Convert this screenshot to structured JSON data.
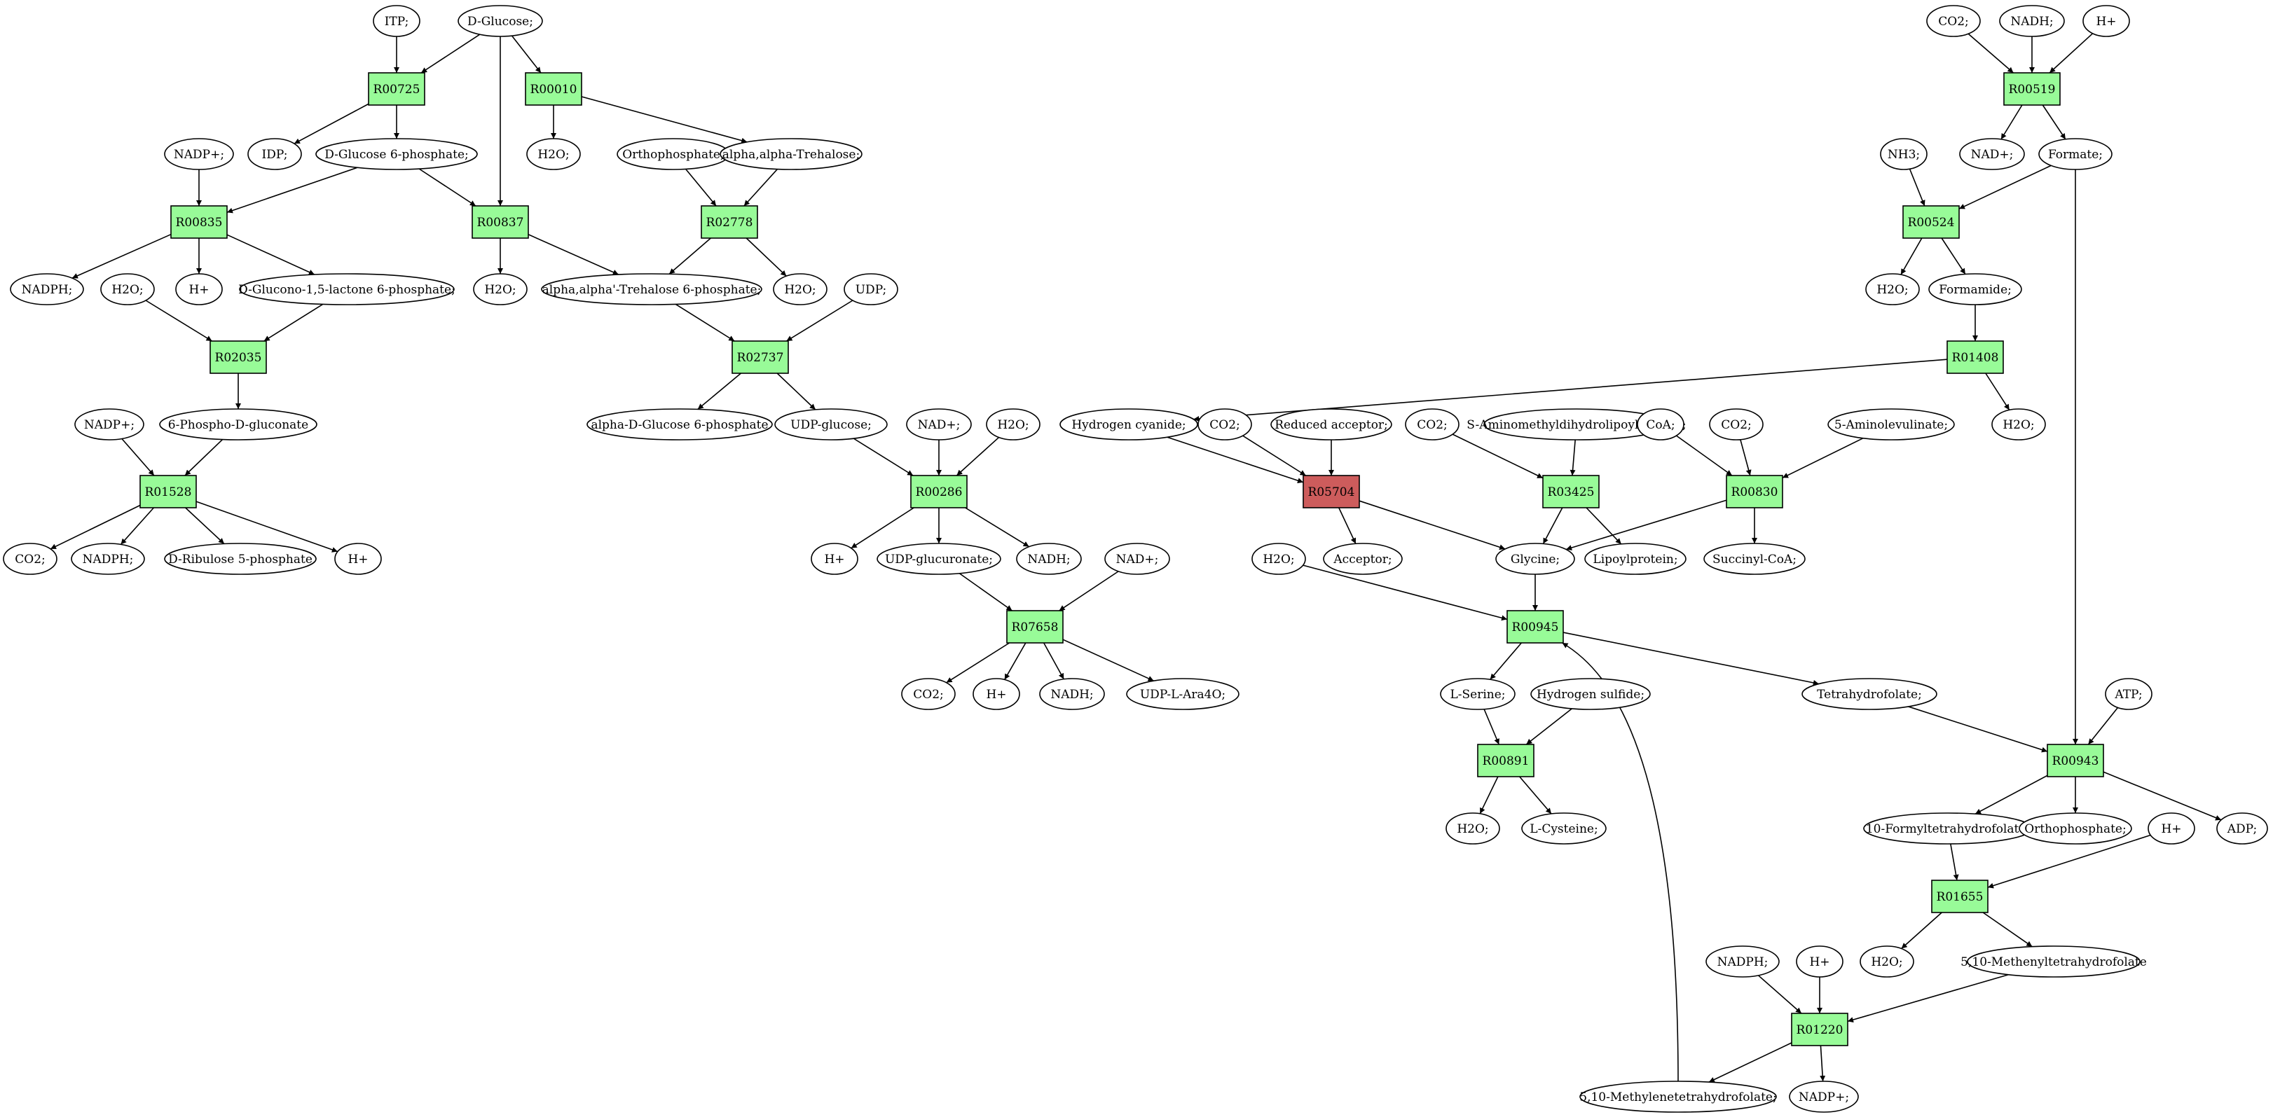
{
  "colors": {
    "reaction": "#98fb98",
    "reaction_highlight": "#cd5c5c",
    "source": "#00ff00",
    "target": "#ffff00",
    "compound": "#ffffff",
    "stroke": "#000000"
  },
  "nodes": [
    {
      "id": "c_itp",
      "label": "ITP;",
      "kind": "compound"
    },
    {
      "id": "c_glc",
      "label": "D-Glucose;",
      "kind": "compound",
      "role": "source"
    },
    {
      "id": "r00725",
      "label": "R00725",
      "kind": "reaction"
    },
    {
      "id": "r00010",
      "label": "R00010",
      "kind": "reaction"
    },
    {
      "id": "c_idp",
      "label": "IDP;",
      "kind": "compound"
    },
    {
      "id": "c_g6p",
      "label": "D-Glucose 6-phosphate;",
      "kind": "compound"
    },
    {
      "id": "c_nadp1",
      "label": "NADP+;",
      "kind": "compound"
    },
    {
      "id": "c_h2o_a",
      "label": "H2O;",
      "kind": "compound"
    },
    {
      "id": "c_ortho1",
      "label": "Orthophosphate;",
      "kind": "compound"
    },
    {
      "id": "c_treh",
      "label": "alpha,alpha-Trehalose;",
      "kind": "compound"
    },
    {
      "id": "r00835",
      "label": "R00835",
      "kind": "reaction"
    },
    {
      "id": "r00837",
      "label": "R00837",
      "kind": "reaction"
    },
    {
      "id": "r02778",
      "label": "R02778",
      "kind": "reaction"
    },
    {
      "id": "c_nadph1",
      "label": "NADPH;",
      "kind": "compound"
    },
    {
      "id": "c_h2o_b",
      "label": "H2O;",
      "kind": "compound"
    },
    {
      "id": "c_hplus1",
      "label": "H+",
      "kind": "compound"
    },
    {
      "id": "c_glucono",
      "label": "D-Glucono-1,5-lactone 6-phosphate;",
      "kind": "compound"
    },
    {
      "id": "c_h2o_c",
      "label": "H2O;",
      "kind": "compound"
    },
    {
      "id": "c_t6p",
      "label": "alpha,alpha'-Trehalose 6-phosphate;",
      "kind": "compound"
    },
    {
      "id": "c_h2o_d",
      "label": "H2O;",
      "kind": "compound"
    },
    {
      "id": "c_udp",
      "label": "UDP;",
      "kind": "compound"
    },
    {
      "id": "r02035",
      "label": "R02035",
      "kind": "reaction"
    },
    {
      "id": "r02737",
      "label": "R02737",
      "kind": "reaction"
    },
    {
      "id": "c_6pg",
      "label": "6-Phospho-D-gluconate",
      "kind": "compound"
    },
    {
      "id": "c_nadp2",
      "label": "NADP+;",
      "kind": "compound"
    },
    {
      "id": "c_ag6p",
      "label": "alpha-D-Glucose 6-phosphate",
      "kind": "compound"
    },
    {
      "id": "c_udpglc",
      "label": "UDP-glucose;",
      "kind": "compound"
    },
    {
      "id": "c_nad1",
      "label": "NAD+;",
      "kind": "compound"
    },
    {
      "id": "c_h2o_e",
      "label": "H2O;",
      "kind": "compound"
    },
    {
      "id": "r01528",
      "label": "R01528",
      "kind": "reaction"
    },
    {
      "id": "r00286",
      "label": "R00286",
      "kind": "reaction"
    },
    {
      "id": "c_co2_1",
      "label": "CO2;",
      "kind": "compound"
    },
    {
      "id": "c_nadph2",
      "label": "NADPH;",
      "kind": "compound"
    },
    {
      "id": "c_ru5p",
      "label": "D-Ribulose 5-phosphate",
      "kind": "compound"
    },
    {
      "id": "c_hplus2",
      "label": "H+",
      "kind": "compound"
    },
    {
      "id": "c_hplus3",
      "label": "H+",
      "kind": "compound"
    },
    {
      "id": "c_udpglca",
      "label": "UDP-glucuronate;",
      "kind": "compound"
    },
    {
      "id": "c_nadh1",
      "label": "NADH;",
      "kind": "compound"
    },
    {
      "id": "c_nad2",
      "label": "NAD+;",
      "kind": "compound"
    },
    {
      "id": "r07658",
      "label": "R07658",
      "kind": "reaction"
    },
    {
      "id": "c_co2_2",
      "label": "CO2;",
      "kind": "compound"
    },
    {
      "id": "c_hplus4",
      "label": "H+",
      "kind": "compound"
    },
    {
      "id": "c_nadh2",
      "label": "NADH;",
      "kind": "compound"
    },
    {
      "id": "c_udpara",
      "label": "UDP-L-Ara4O;",
      "kind": "compound"
    },
    {
      "id": "c_co2_3",
      "label": "CO2;",
      "kind": "compound"
    },
    {
      "id": "c_nadh3",
      "label": "NADH;",
      "kind": "compound"
    },
    {
      "id": "c_hplus5",
      "label": "H+",
      "kind": "compound"
    },
    {
      "id": "r00519",
      "label": "R00519",
      "kind": "reaction"
    },
    {
      "id": "c_nh3",
      "label": "NH3;",
      "kind": "compound"
    },
    {
      "id": "c_nad3",
      "label": "NAD+;",
      "kind": "compound"
    },
    {
      "id": "c_formate",
      "label": "Formate;",
      "kind": "compound"
    },
    {
      "id": "r00524",
      "label": "R00524",
      "kind": "reaction"
    },
    {
      "id": "c_h2o_f",
      "label": "H2O;",
      "kind": "compound"
    },
    {
      "id": "c_formamide",
      "label": "Formamide;",
      "kind": "compound"
    },
    {
      "id": "r01408",
      "label": "R01408",
      "kind": "reaction"
    },
    {
      "id": "c_hcn",
      "label": "Hydrogen cyanide;",
      "kind": "compound"
    },
    {
      "id": "c_co2_4",
      "label": "CO2;",
      "kind": "compound"
    },
    {
      "id": "c_redacc",
      "label": "Reduced acceptor;",
      "kind": "compound"
    },
    {
      "id": "c_co2_5",
      "label": "CO2;",
      "kind": "compound"
    },
    {
      "id": "c_samlp",
      "label": "S-Aminomethyldihydrolipoylprotein;",
      "kind": "compound"
    },
    {
      "id": "c_coa",
      "label": "CoA;",
      "kind": "compound"
    },
    {
      "id": "c_co2_6",
      "label": "CO2;",
      "kind": "compound"
    },
    {
      "id": "c_ala",
      "label": "5-Aminolevulinate;",
      "kind": "compound"
    },
    {
      "id": "c_h2o_g",
      "label": "H2O;",
      "kind": "compound"
    },
    {
      "id": "r05704",
      "label": "R05704",
      "kind": "reaction",
      "role": "highlight"
    },
    {
      "id": "r03425",
      "label": "R03425",
      "kind": "reaction"
    },
    {
      "id": "r00830",
      "label": "R00830",
      "kind": "reaction"
    },
    {
      "id": "c_h2o_h",
      "label": "H2O;",
      "kind": "compound"
    },
    {
      "id": "c_acceptor",
      "label": "Acceptor;",
      "kind": "compound"
    },
    {
      "id": "c_glycine",
      "label": "Glycine;",
      "kind": "compound"
    },
    {
      "id": "c_lipo",
      "label": "Lipoylprotein;",
      "kind": "compound"
    },
    {
      "id": "c_succoa",
      "label": "Succinyl-CoA;",
      "kind": "compound"
    },
    {
      "id": "r00945",
      "label": "R00945",
      "kind": "reaction"
    },
    {
      "id": "c_serine",
      "label": "L-Serine;",
      "kind": "compound"
    },
    {
      "id": "c_h2s",
      "label": "Hydrogen sulfide;",
      "kind": "compound"
    },
    {
      "id": "c_thf",
      "label": "Tetrahydrofolate;",
      "kind": "compound"
    },
    {
      "id": "c_atp",
      "label": "ATP;",
      "kind": "compound"
    },
    {
      "id": "r00891",
      "label": "R00891",
      "kind": "reaction"
    },
    {
      "id": "r00943",
      "label": "R00943",
      "kind": "reaction"
    },
    {
      "id": "c_h2o_i",
      "label": "H2O;",
      "kind": "compound"
    },
    {
      "id": "c_cys",
      "label": "L-Cysteine;",
      "kind": "compound",
      "role": "target"
    },
    {
      "id": "c_fthf",
      "label": "10-Formyltetrahydrofolate;",
      "kind": "compound"
    },
    {
      "id": "c_ortho2",
      "label": "Orthophosphate;",
      "kind": "compound"
    },
    {
      "id": "c_hplus6",
      "label": "H+",
      "kind": "compound"
    },
    {
      "id": "c_adp",
      "label": "ADP;",
      "kind": "compound"
    },
    {
      "id": "r01655",
      "label": "R01655",
      "kind": "reaction"
    },
    {
      "id": "c_h2o_j",
      "label": "H2O;",
      "kind": "compound"
    },
    {
      "id": "c_methenyl",
      "label": "5,10-Methenyltetrahydrofolate",
      "kind": "compound"
    },
    {
      "id": "c_nadph3",
      "label": "NADPH;",
      "kind": "compound"
    },
    {
      "id": "c_hplus7",
      "label": "H+",
      "kind": "compound"
    },
    {
      "id": "r01220",
      "label": "R01220",
      "kind": "reaction"
    },
    {
      "id": "c_methylene",
      "label": "5,10-Methylenetetrahydrofolate;",
      "kind": "compound"
    },
    {
      "id": "c_nadp3",
      "label": "NADP+;",
      "kind": "compound"
    }
  ],
  "edges": [
    [
      "c_itp",
      "r00725"
    ],
    [
      "c_glc",
      "r00725"
    ],
    [
      "c_glc",
      "r00010"
    ],
    [
      "c_glc",
      "r00837"
    ],
    [
      "r00725",
      "c_idp"
    ],
    [
      "r00725",
      "c_g6p"
    ],
    [
      "r00010",
      "c_h2o_a"
    ],
    [
      "r00010",
      "c_treh"
    ],
    [
      "c_nadp1",
      "r00835"
    ],
    [
      "c_g6p",
      "r00835"
    ],
    [
      "c_g6p",
      "r00837"
    ],
    [
      "c_ortho1",
      "r02778"
    ],
    [
      "c_treh",
      "r02778"
    ],
    [
      "r00835",
      "c_nadph1"
    ],
    [
      "r00835",
      "c_hplus1"
    ],
    [
      "r00835",
      "c_glucono"
    ],
    [
      "r00837",
      "c_h2o_c"
    ],
    [
      "r00837",
      "c_t6p"
    ],
    [
      "r02778",
      "c_t6p"
    ],
    [
      "r02778",
      "c_h2o_d"
    ],
    [
      "c_h2o_b",
      "r02035"
    ],
    [
      "c_glucono",
      "r02035"
    ],
    [
      "c_t6p",
      "r02737"
    ],
    [
      "c_udp",
      "r02737"
    ],
    [
      "r02035",
      "c_6pg"
    ],
    [
      "r02737",
      "c_ag6p"
    ],
    [
      "r02737",
      "c_udpglc"
    ],
    [
      "c_nadp2",
      "r01528"
    ],
    [
      "c_6pg",
      "r01528"
    ],
    [
      "c_udpglc",
      "r00286"
    ],
    [
      "c_nad1",
      "r00286"
    ],
    [
      "c_h2o_e",
      "r00286"
    ],
    [
      "r01528",
      "c_co2_1"
    ],
    [
      "r01528",
      "c_nadph2"
    ],
    [
      "r01528",
      "c_ru5p"
    ],
    [
      "r01528",
      "c_hplus2"
    ],
    [
      "r00286",
      "c_hplus3"
    ],
    [
      "r00286",
      "c_udpglca"
    ],
    [
      "r00286",
      "c_nadh1"
    ],
    [
      "c_udpglca",
      "r07658"
    ],
    [
      "c_nad2",
      "r07658"
    ],
    [
      "r07658",
      "c_co2_2"
    ],
    [
      "r07658",
      "c_hplus4"
    ],
    [
      "r07658",
      "c_nadh2"
    ],
    [
      "r07658",
      "c_udpara"
    ],
    [
      "c_co2_3",
      "r00519"
    ],
    [
      "c_nadh3",
      "r00519"
    ],
    [
      "c_hplus5",
      "r00519"
    ],
    [
      "r00519",
      "c_nad3"
    ],
    [
      "r00519",
      "c_formate"
    ],
    [
      "c_nh3",
      "r00524"
    ],
    [
      "c_formate",
      "r00524"
    ],
    [
      "c_formate",
      "r00943"
    ],
    [
      "r00524",
      "c_h2o_f"
    ],
    [
      "r00524",
      "c_formamide"
    ],
    [
      "c_formamide",
      "r01408"
    ],
    [
      "r01408",
      "c_hcn"
    ],
    [
      "r01408",
      "c_h2o_g"
    ],
    [
      "c_hcn",
      "r05704"
    ],
    [
      "c_co2_4",
      "r05704"
    ],
    [
      "c_redacc",
      "r05704"
    ],
    [
      "c_co2_5",
      "r03425"
    ],
    [
      "c_samlp",
      "r03425"
    ],
    [
      "c_coa",
      "r00830"
    ],
    [
      "c_co2_6",
      "r00830"
    ],
    [
      "c_ala",
      "r00830"
    ],
    [
      "r05704",
      "c_acceptor"
    ],
    [
      "r05704",
      "c_glycine"
    ],
    [
      "r03425",
      "c_glycine"
    ],
    [
      "r03425",
      "c_lipo"
    ],
    [
      "r00830",
      "c_glycine"
    ],
    [
      "r00830",
      "c_succoa"
    ],
    [
      "c_glycine",
      "r00945"
    ],
    [
      "c_h2o_h",
      "r00945"
    ],
    [
      "c_methylene",
      "r00945"
    ],
    [
      "r00945",
      "c_serine"
    ],
    [
      "r00945",
      "c_thf"
    ],
    [
      "c_serine",
      "r00891"
    ],
    [
      "c_h2s",
      "r00891"
    ],
    [
      "r00891",
      "c_h2o_i"
    ],
    [
      "r00891",
      "c_cys"
    ],
    [
      "c_thf",
      "r00943"
    ],
    [
      "c_atp",
      "r00943"
    ],
    [
      "r00943",
      "c_fthf"
    ],
    [
      "r00943",
      "c_ortho2"
    ],
    [
      "r00943",
      "c_adp"
    ],
    [
      "c_fthf",
      "r01655"
    ],
    [
      "c_hplus6",
      "r01655"
    ],
    [
      "r01655",
      "c_h2o_j"
    ],
    [
      "r01655",
      "c_methenyl"
    ],
    [
      "c_nadph3",
      "r01220"
    ],
    [
      "c_hplus7",
      "r01220"
    ],
    [
      "c_methenyl",
      "r01220"
    ],
    [
      "r01220",
      "c_methylene"
    ],
    [
      "r01220",
      "c_nadp3"
    ]
  ]
}
